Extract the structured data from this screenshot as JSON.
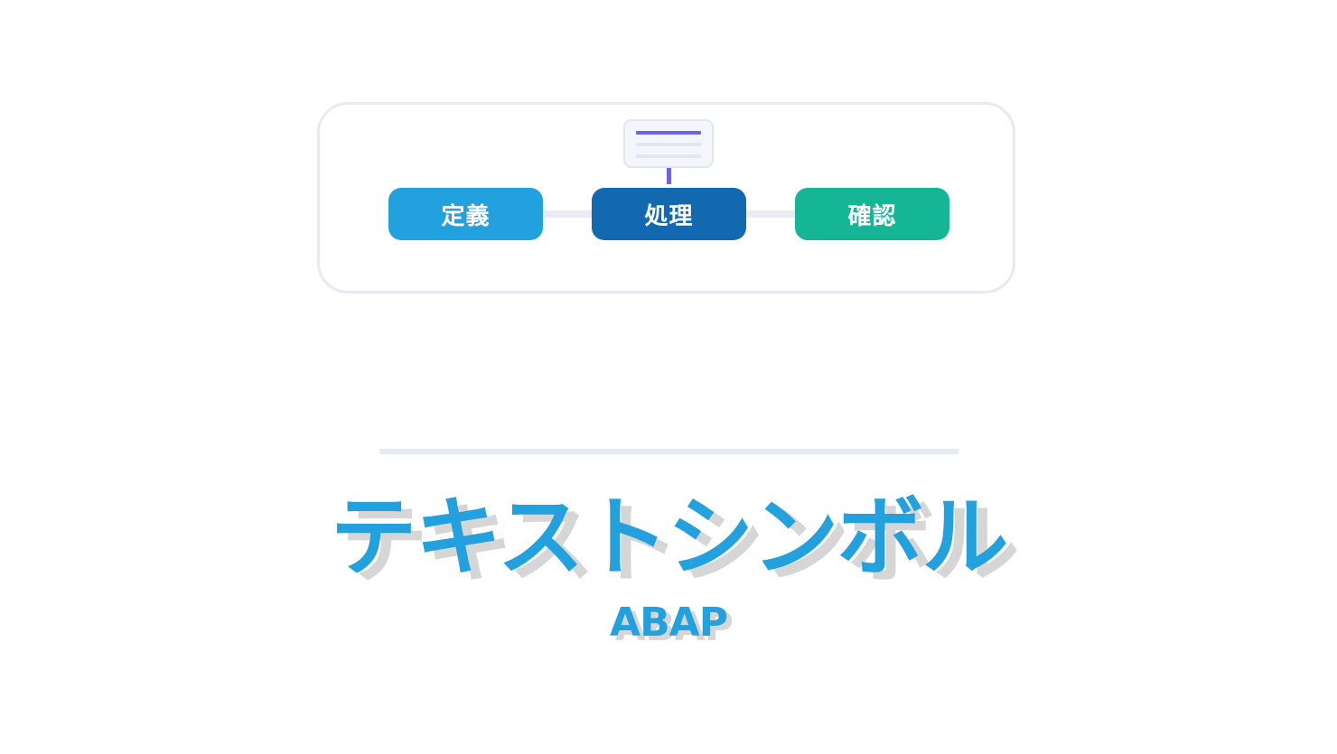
{
  "flow": {
    "steps": [
      {
        "label": "定義",
        "color": "#23a1de"
      },
      {
        "label": "処理",
        "color": "#1369b0"
      },
      {
        "label": "確認",
        "color": "#14b696"
      }
    ],
    "document_icon": "document-icon",
    "accent_color": "#6f63e8"
  },
  "title": {
    "main": "テキストシンボル",
    "sub": "ABAP",
    "color": "#23a1de",
    "shadow_color": "#d6d6d6"
  }
}
